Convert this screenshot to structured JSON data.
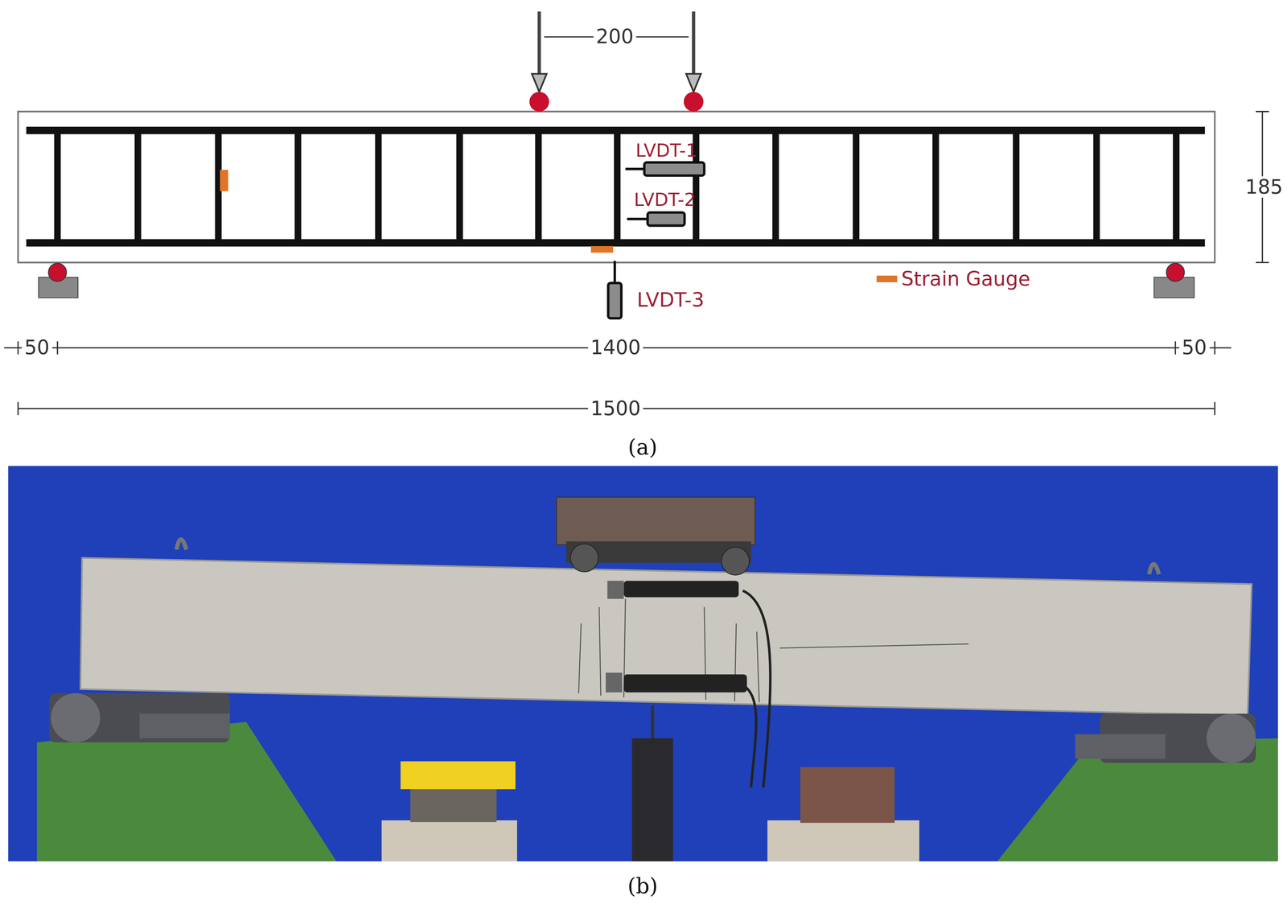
{
  "diagram": {
    "labels": [
      "200",
      "LVDT-1",
      "LVDT-2",
      "185",
      "LVDT-3",
      "50",
      "1400",
      "50",
      "1500",
      "(a)",
      "(b)"
    ],
    "legend": [
      {
        "text": "Strain Gauge",
        "color": "#e07428"
      }
    ]
  }
}
